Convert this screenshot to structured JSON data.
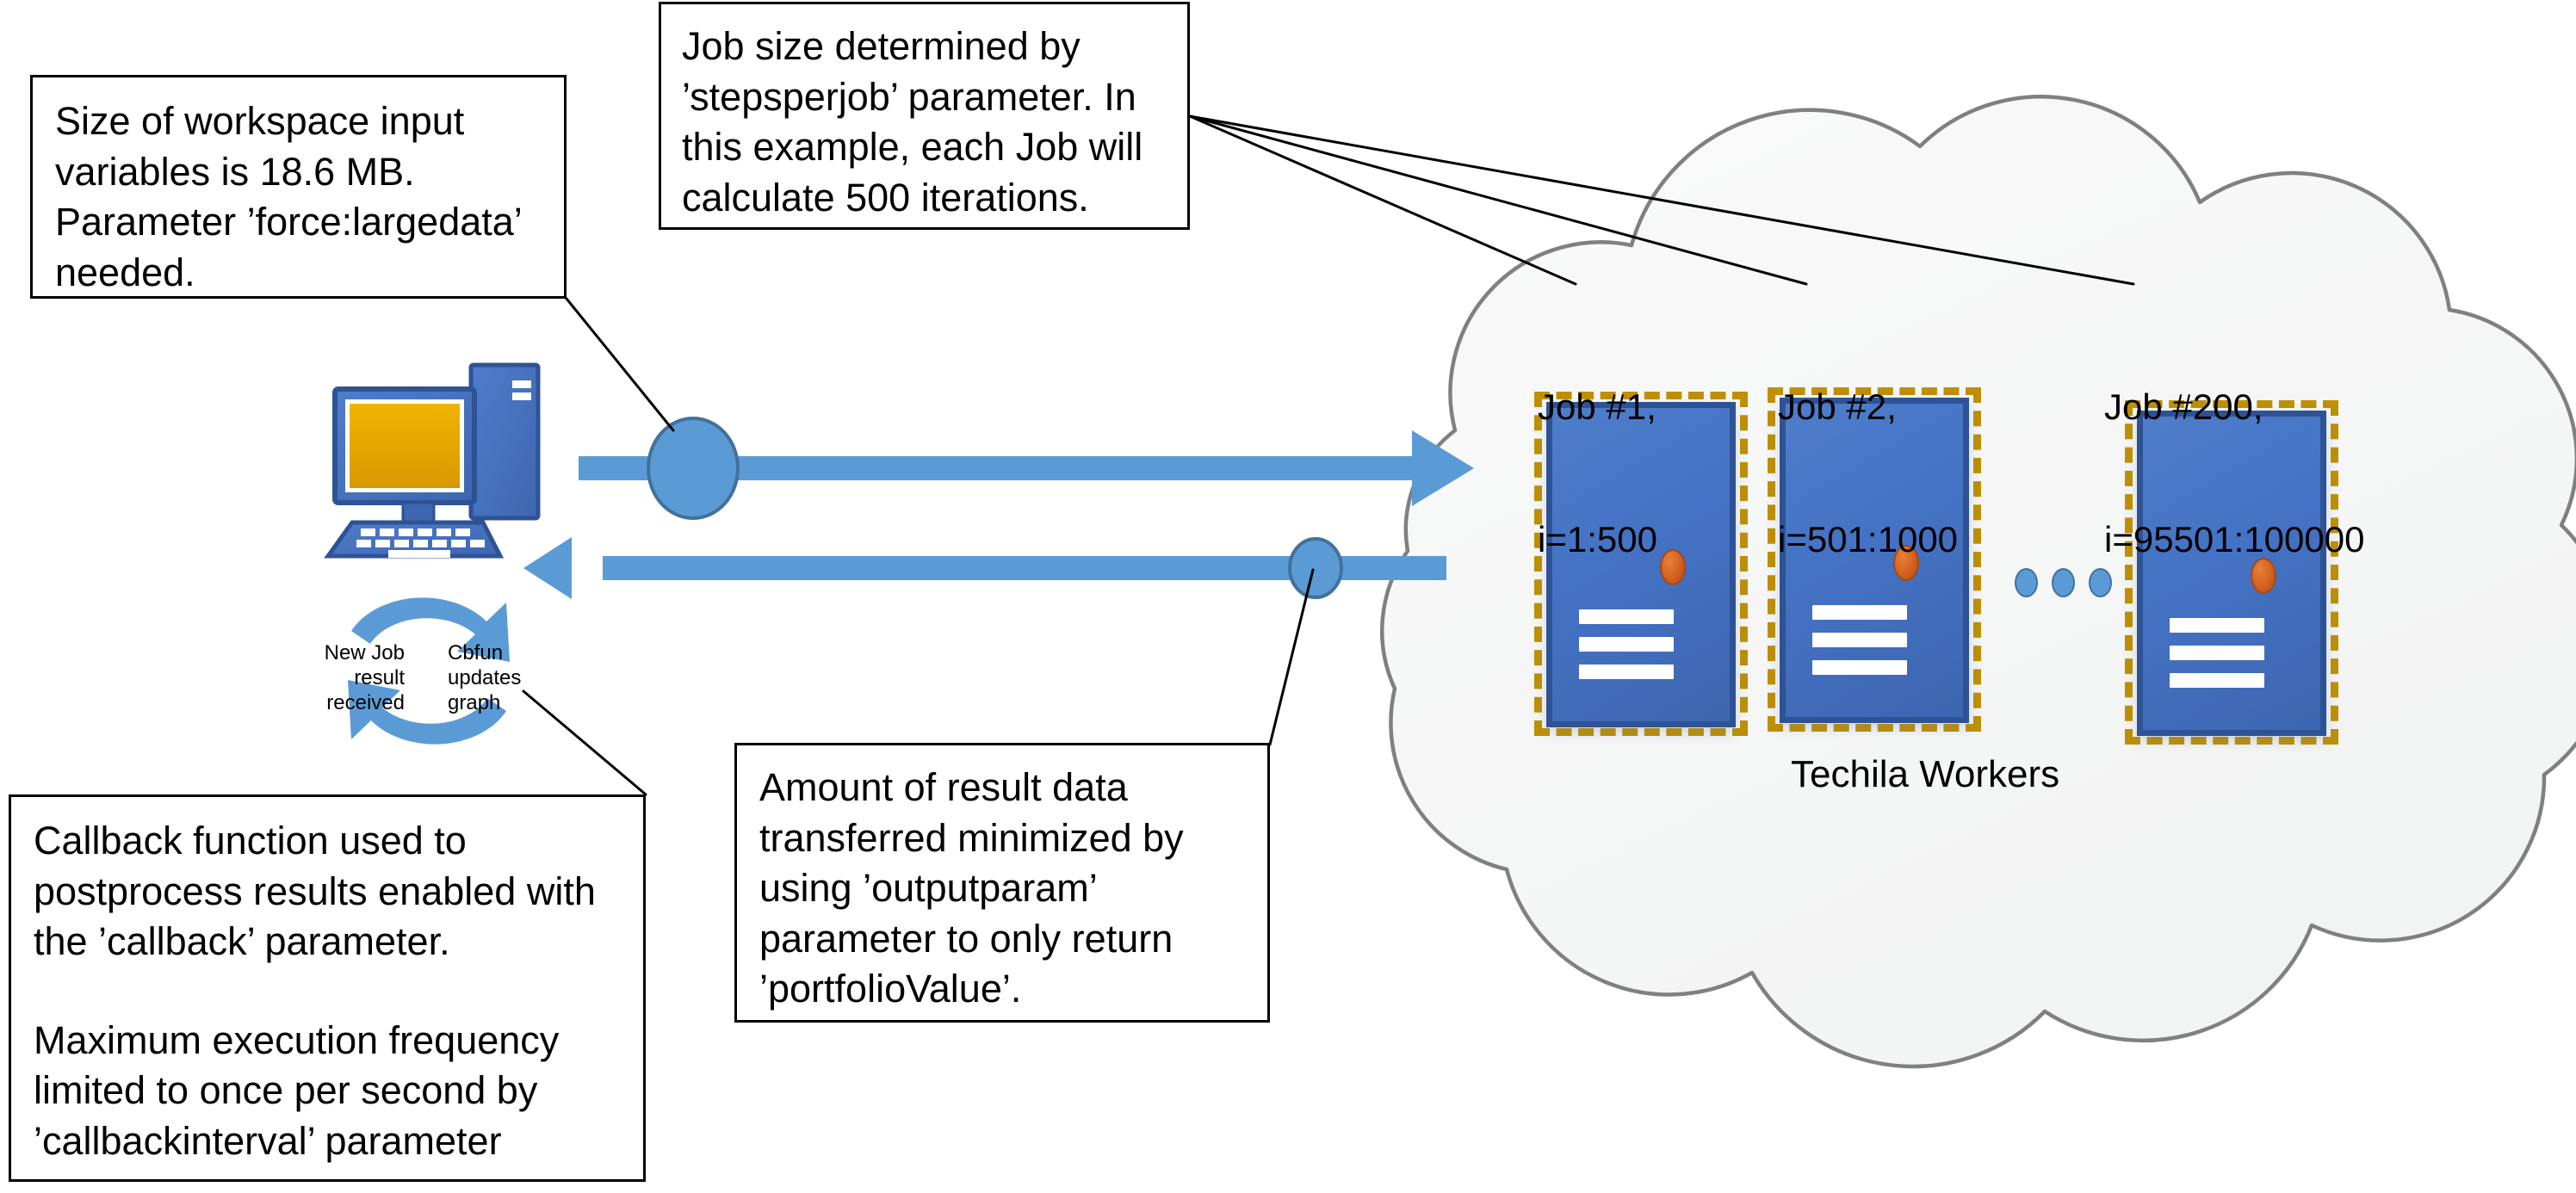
{
  "diagram": {
    "title": "Techila distributed computing job flow",
    "colors": {
      "arrow_blue": "#5B9BD5",
      "worker_blue": "#4472C4",
      "worker_border": "#2E5395",
      "dash_gold": "#BF9000",
      "led_orange": "#D4611E",
      "cloud_outline": "#808080",
      "cloud_fill": "#F7F8F8",
      "monitor_screen": "#E8A800"
    }
  },
  "callouts": {
    "workspace_size": {
      "text": "Size of workspace input variables is 18.6 MB. Parameter ’force:largedata’ needed."
    },
    "job_size": {
      "text": "Job size determined by ’stepsperjob’ parameter. In this example, each Job will calculate 500 iterations."
    },
    "callback": {
      "paragraph1": "Callback function used to postprocess results enabled with the ’callback’ parameter.",
      "paragraph2": "Maximum execution frequency limited to once per second by ’callbackinterval’ parameter"
    },
    "outputparam": {
      "text": "Amount of result data transferred minimized by using ’outputparam’ parameter to only return ’portfolioValue’."
    }
  },
  "cloud": {
    "caption": "Techila Workers",
    "jobs": [
      {
        "title": "Job #1,",
        "range": "i=1:500"
      },
      {
        "title": "Job #2,",
        "range": "i=501:1000"
      },
      {
        "title": "Job #200,",
        "range": "i=95501:100000"
      }
    ],
    "ellipsis": "•••"
  },
  "callback_cycle": {
    "left_label": "New Job\nresult\nreceived",
    "right_label": "Cbfun\nupdates\ngraph"
  }
}
